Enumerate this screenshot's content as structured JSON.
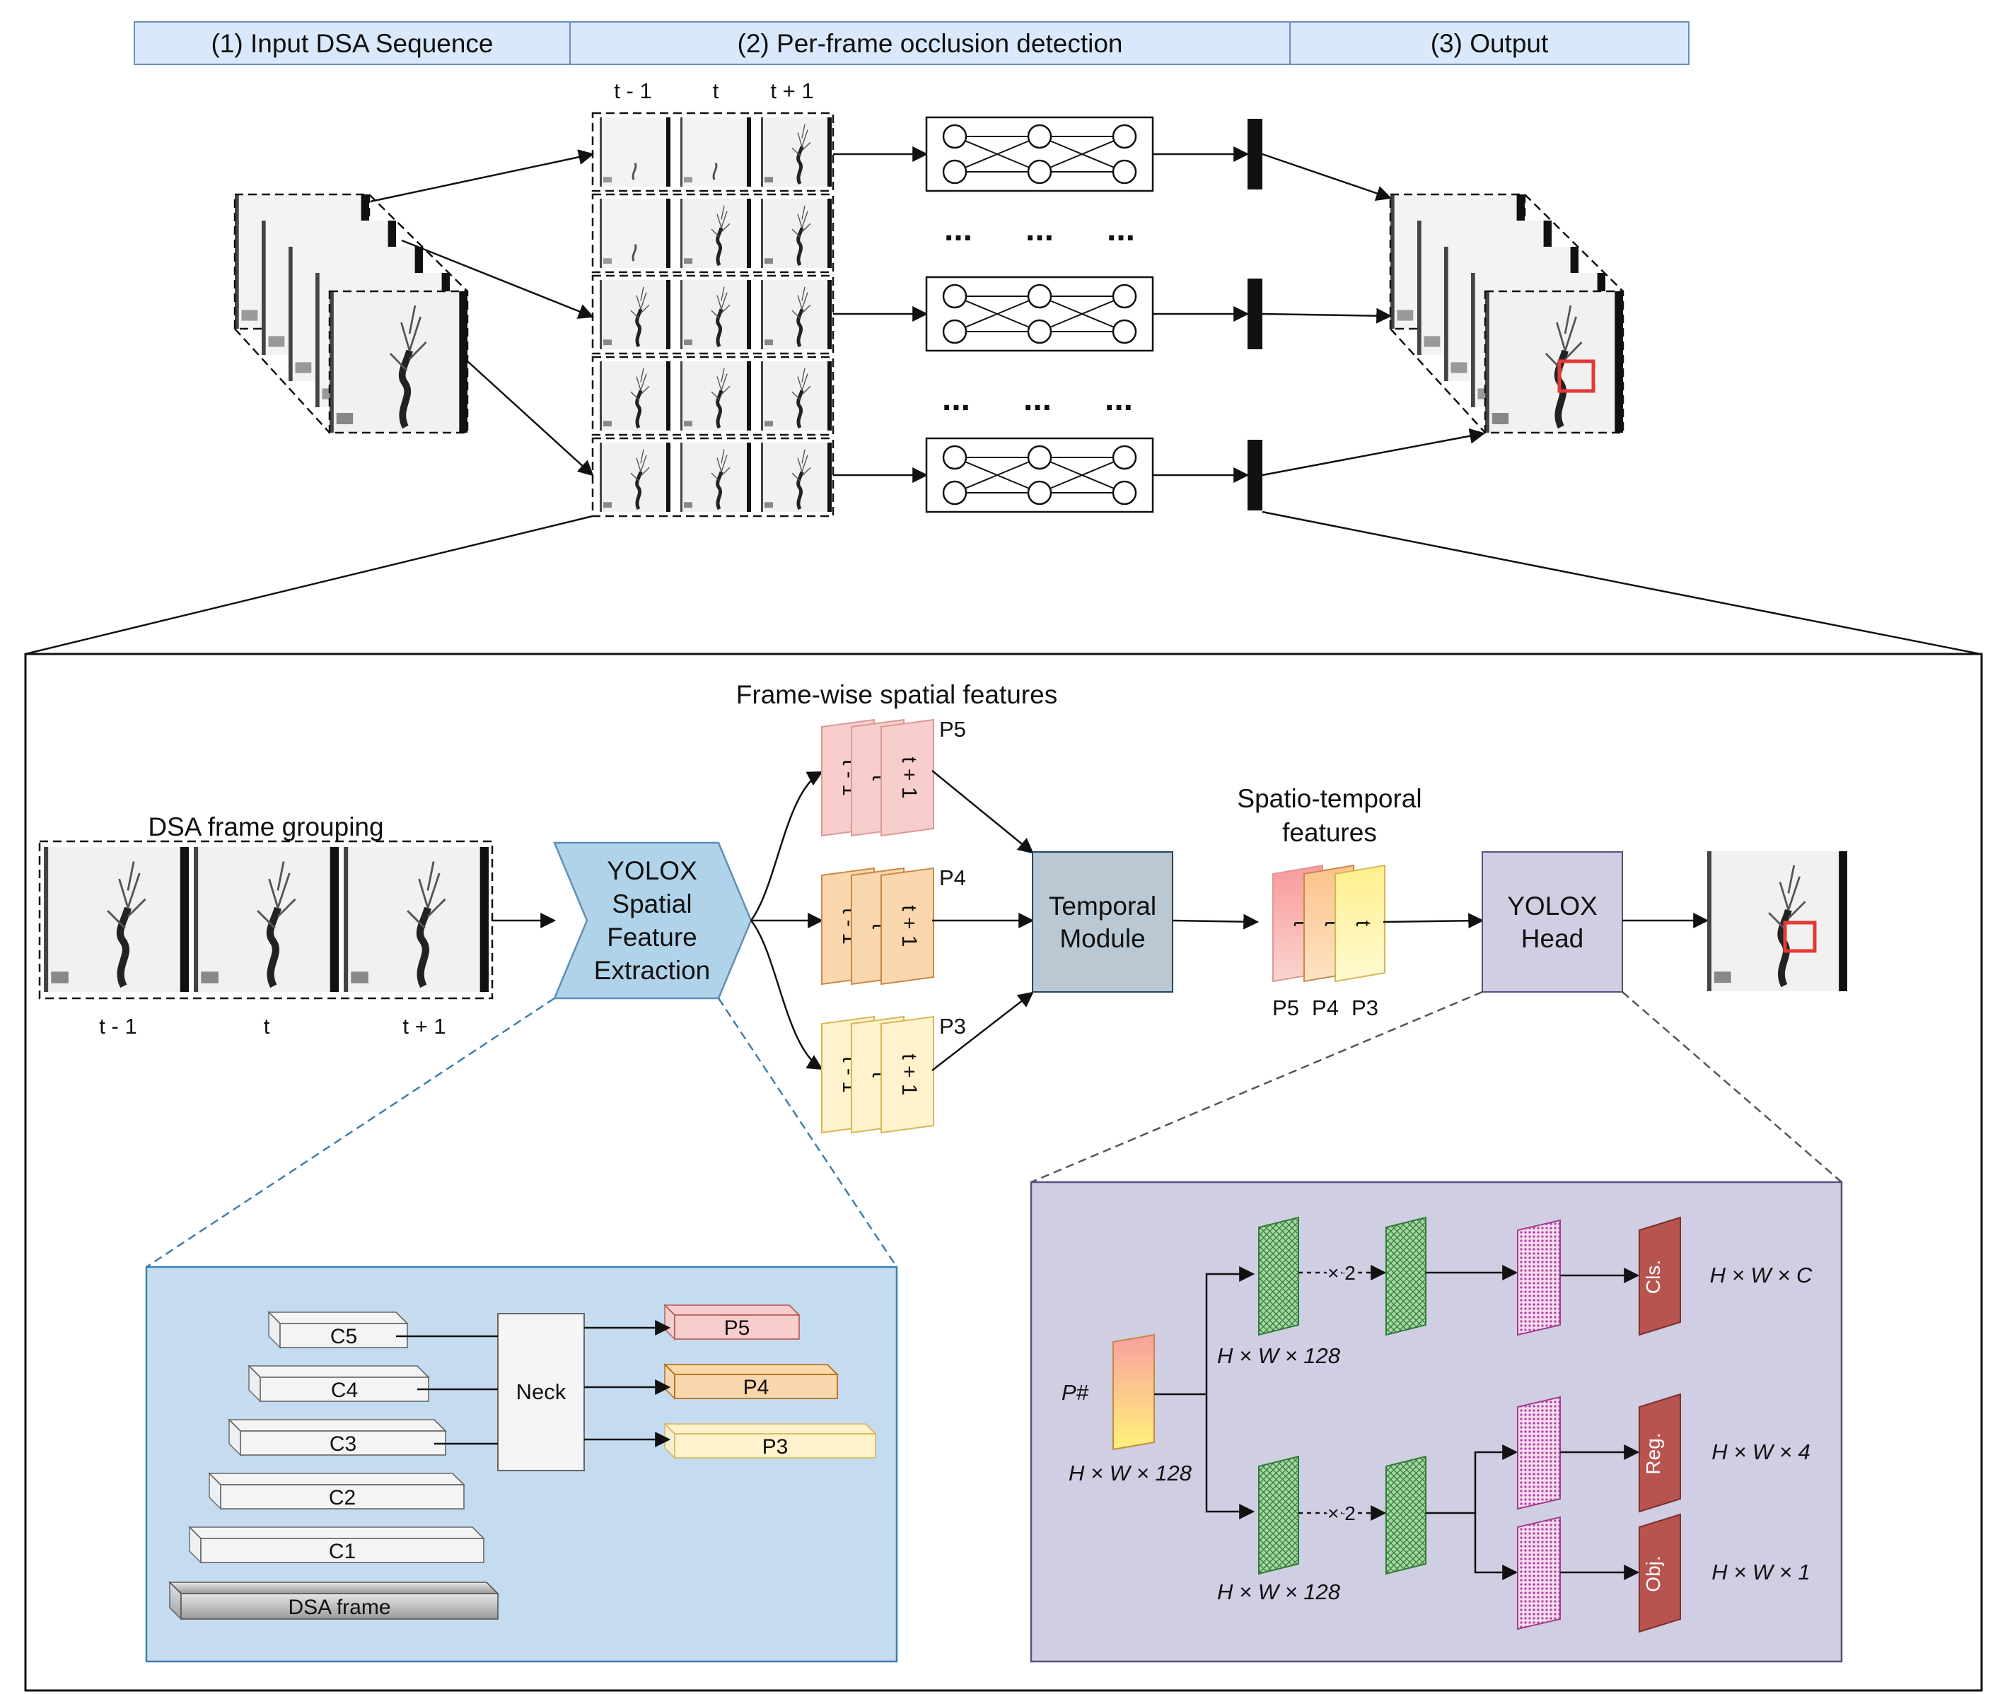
{
  "header": {
    "step1": "(1) Input DSA Sequence",
    "step2": "(2) Per-frame occlusion detection",
    "step3": "(3) Output"
  },
  "top": {
    "col_labels": [
      "t - 1",
      "t",
      "t + 1"
    ],
    "ellipsis": "..."
  },
  "detail": {
    "grouping_title": "DSA frame grouping",
    "frame_labels": [
      "t - 1",
      "t",
      "t + 1"
    ],
    "yolox_spatial": [
      "YOLOX",
      "Spatial",
      "Feature",
      "Extraction"
    ],
    "framewise_title": "Frame-wise spatial features",
    "pyramid_levels": [
      "P5",
      "P4",
      "P3"
    ],
    "sheet_labels": [
      "t - 1",
      "t",
      "t + 1"
    ],
    "temporal_module": [
      "Temporal",
      "Module"
    ],
    "spatio_temporal_title": [
      "Spatio-temporal",
      "features"
    ],
    "st_sheet_label": "t",
    "yolox_head": [
      "YOLOX",
      "Head"
    ]
  },
  "backbone": {
    "c_levels": [
      "C5",
      "C4",
      "C3",
      "C2",
      "C1"
    ],
    "base": "DSA frame",
    "neck": "Neck",
    "p_levels": [
      "P5",
      "P4",
      "P3"
    ]
  },
  "head_detail": {
    "input": "P#",
    "input_dim": "H × W × 128",
    "branch_dim_top": "H × W × 128",
    "branch_dim_bottom": "H × W × 128",
    "repeat_label": "× 2",
    "outputs": [
      "Cls.",
      "Reg.",
      "Obj."
    ],
    "output_dims": [
      "H × W × C",
      "H × W × 4",
      "H × W × 1"
    ]
  },
  "colors": {
    "header_fill": "#dae8fc",
    "header_stroke": "#6c8ebf",
    "p5_fill": "#f8cecc",
    "p5_stroke": "#d99a96",
    "p4_fill": "#fad7ac",
    "p4_stroke": "#c8884a",
    "p3_fill": "#fff2cc",
    "p3_stroke": "#d6b656",
    "yolox_spatial_fill": "#b1d3ea",
    "temporal_fill": "#bac8d3",
    "yolox_head_fill": "#d0cee2",
    "backbone_panel_fill": "#c5dcf0",
    "head_panel_fill": "#d0cee2",
    "output_box": "#e53935",
    "pred_fill": "#b85450",
    "green_fill": "#9acb9a",
    "pink_fill": "#e7a6dd"
  }
}
